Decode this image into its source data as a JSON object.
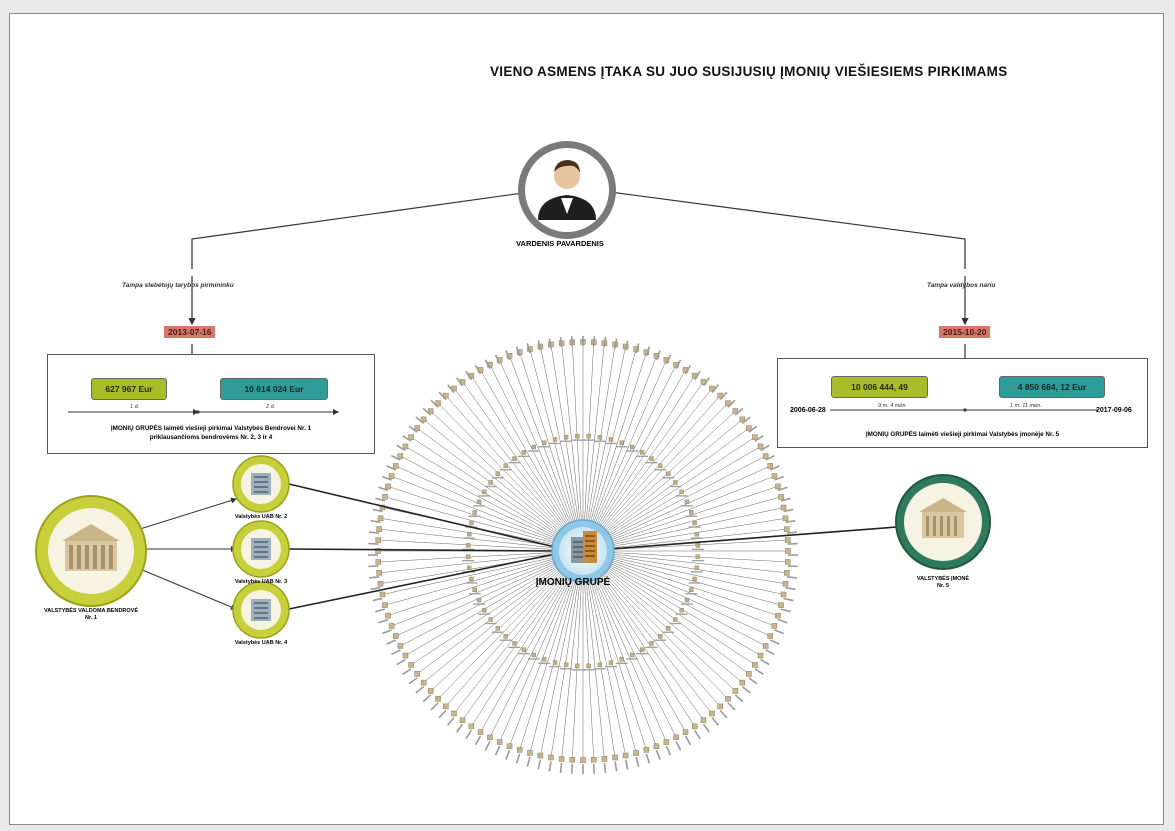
{
  "title": "VIENO ASMENS ĮTAKA SU JUO SUSIJUSIŲ ĮMONIŲ VIEŠIESIEMS PIRKIMAMS",
  "person": {
    "name": "VARDENIS PAVARDENIS",
    "icon": "person-avatar-icon"
  },
  "left_event": {
    "label": "Tampa stebėtojų tarybos pirmininku",
    "date": "2013-07-16",
    "amounts": [
      "627 967 Eur",
      "10 614 024 Eur"
    ],
    "period_before": "1 d.",
    "period_after": "2 d.",
    "caption_line1": "ĮMONIŲ GRUPĖS laimėti viešieji pirkimai Valstybės Bendrovei Nr. 1",
    "caption_line2": "priklausančioms bendrovėms Nr. 2, 3 ir 4"
  },
  "right_event": {
    "label": "Tampa valdybos nariu",
    "date": "2015-10-20",
    "amounts": [
      "10 006 444, 49",
      "4 850 684, 12 Eur"
    ],
    "start_date": "2006-06-28",
    "end_date": "2017-09-06",
    "period_before": "9 m. 4 mėn.",
    "period_after": "1 m. 11 mėn.",
    "caption": "ĮMONIŲ GRUPĖS laimėti viešieji pirkimai Valstybės įmonėje Nr. 5"
  },
  "nodes": {
    "parent_line1": "VALSTYBĖS VALDOMA BENDROVĖ",
    "parent_line2": "Nr. 1",
    "uab2": "Valstybės UAB Nr. 2",
    "uab3": "Valstybės UAB Nr. 3",
    "uab4": "Valstybės UAB Nr. 4",
    "enterprise_line1": "VALSTYBĖS ĮMONĖ",
    "enterprise_line2": "Nr. 5"
  },
  "hub": {
    "label": "ĮMONIŲ GRUPĖ",
    "icon": "company-group-icon"
  },
  "colors": {
    "date_badge": "#d9786a",
    "green": "#a9bd2a",
    "teal": "#2e9c98",
    "ring_green": "#c7cf3a",
    "ring_dark_green": "#2f7a5c",
    "hub_ring": "#8fc7e6"
  }
}
